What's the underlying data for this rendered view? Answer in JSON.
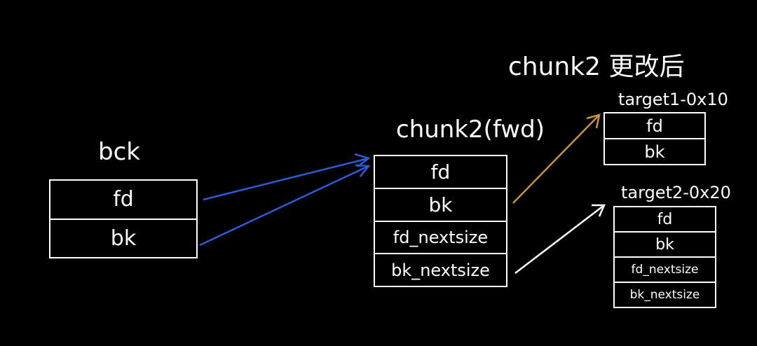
{
  "labels": {
    "bck": "bck",
    "chunk2_fwd": "chunk2(fwd)",
    "chunk2_after": "chunk2 更改后",
    "target1": "target1-0x10",
    "target2": "target2-0x20"
  },
  "boxes": {
    "bck": [
      "fd",
      "bk"
    ],
    "chunk2": [
      "fd",
      "bk",
      "fd_nextsize",
      "bk_nextsize"
    ],
    "target1": [
      "fd",
      "bk"
    ],
    "target2": [
      "fd",
      "bk",
      "fd_nextsize",
      "bk_nextsize"
    ]
  },
  "colors": {
    "background": "#000000",
    "stroke": "#ffffff",
    "arrow_blue": "#2f5bd8",
    "arrow_gold": "#c9953a",
    "arrow_white": "#ffffff"
  }
}
